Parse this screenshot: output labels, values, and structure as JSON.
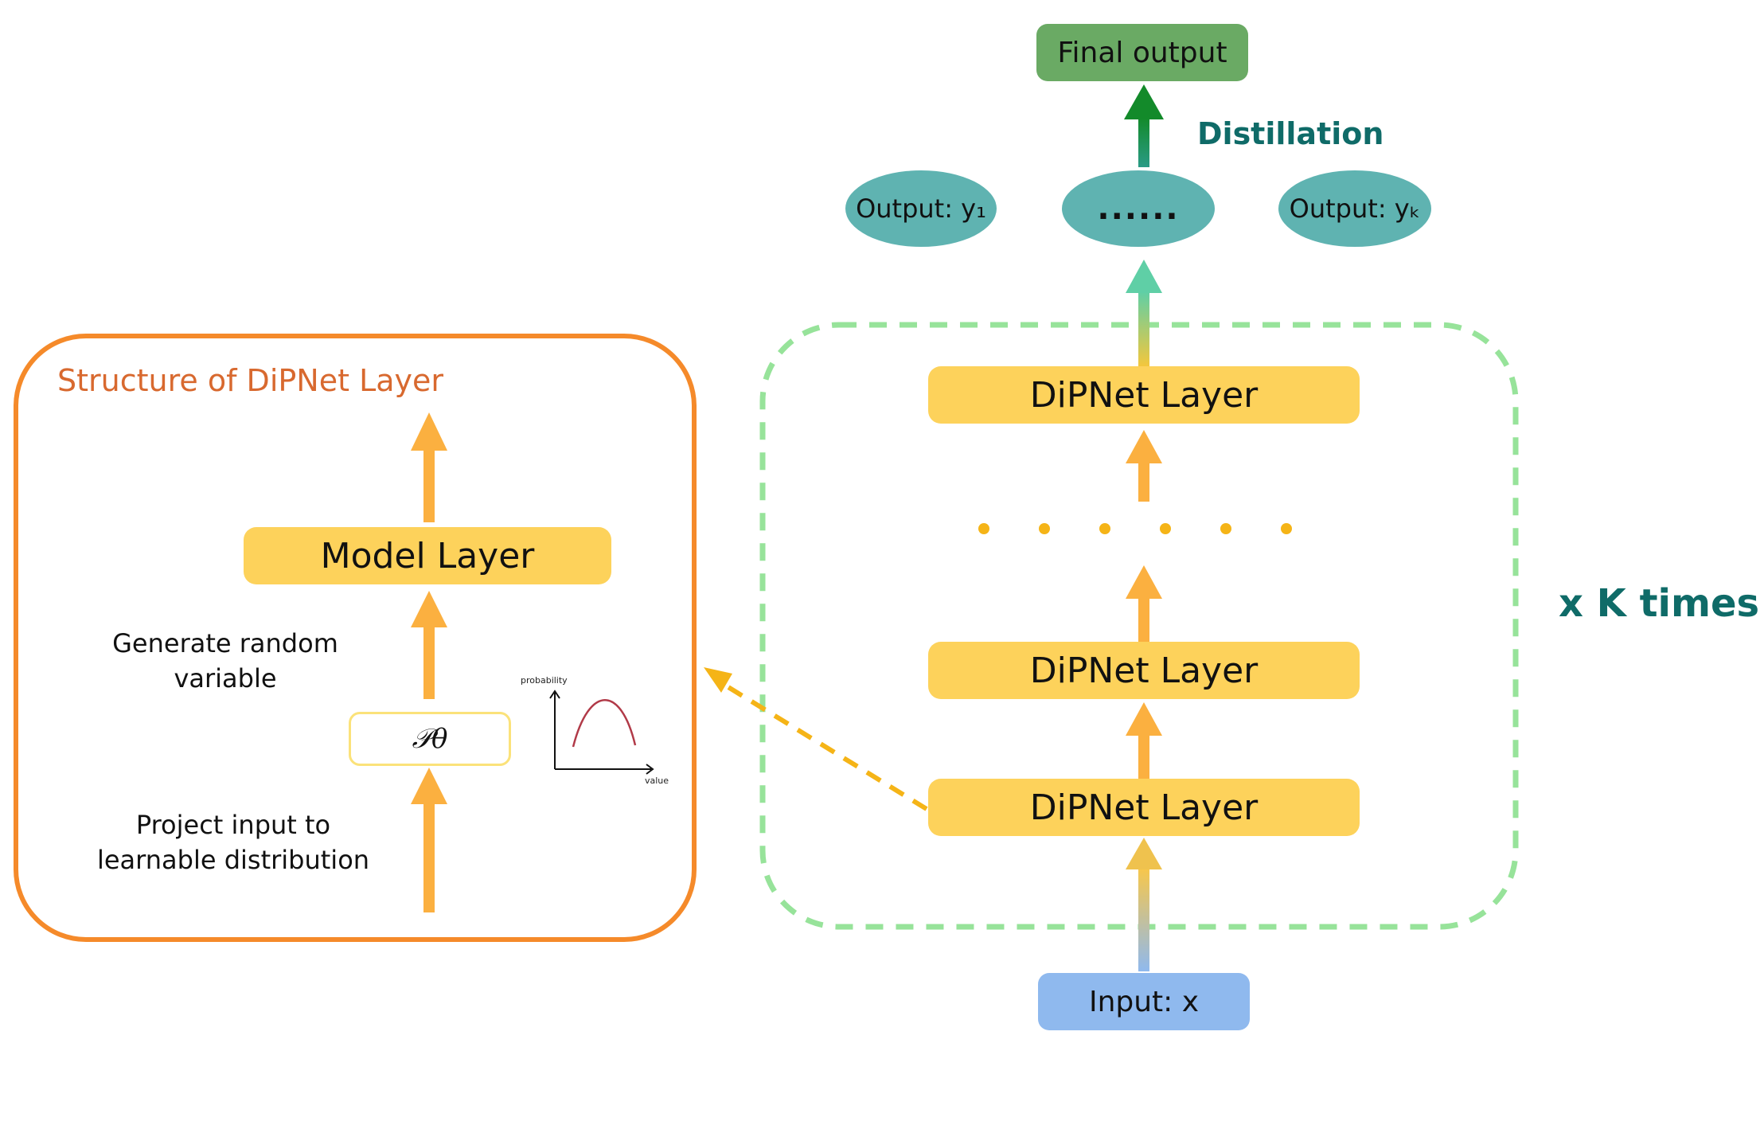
{
  "left_panel": {
    "title": "Structure of DiPNet Layer",
    "model_layer": "Model Layer",
    "generate_label": "Generate random\nvariable",
    "p_theta": "𝒫θ",
    "project_label": "Project input to\nlearnable distribution",
    "plot_ylabel": "probability",
    "plot_xlabel": "value"
  },
  "right_panel": {
    "final_output": "Final output",
    "distillation": "Distillation",
    "output_first": "Output: y₁",
    "output_middle": "......",
    "output_last": "Output: yₖ",
    "layer_top": "DiPNet Layer",
    "layer_mid": "DiPNet Layer",
    "layer_bottom": "DiPNet Layer",
    "input": "Input: x",
    "repeat_label": "x K times"
  },
  "colors": {
    "layer_yellow": "#fdd25b",
    "arrow_orange": "#fbb040",
    "panel_orange": "#f58a2a",
    "dashed_green": "#97e39a",
    "teal": "#5fb3b1",
    "final_green": "#6aaa64",
    "input_blue": "#8fb9ee"
  }
}
